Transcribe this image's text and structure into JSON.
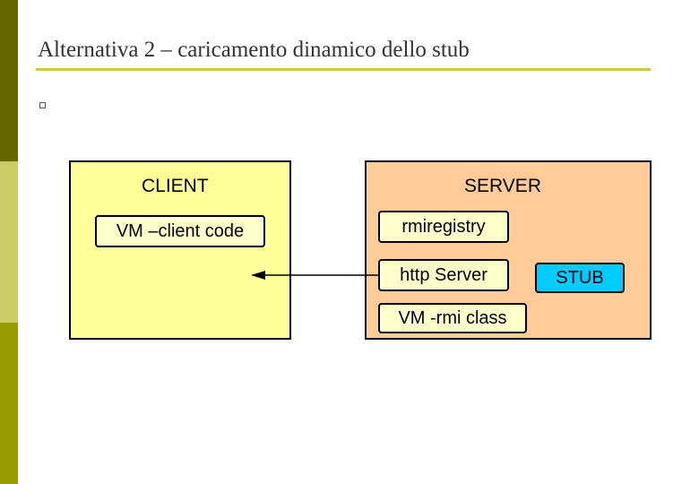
{
  "slide": {
    "title": "Alternativa 2 – caricamento dinamico dello stub",
    "sidebar_colors": [
      "#666600",
      "#cccc66",
      "#999900"
    ],
    "accent_color": "#cccc33"
  },
  "diagram": {
    "client": {
      "label": "CLIENT",
      "fill_color": "#ffff99",
      "boxes": {
        "client_code": "VM –client code"
      }
    },
    "server": {
      "label": "SERVER",
      "fill_color": "#ffcc99",
      "boxes": {
        "rmiregistry": "rmiregistry",
        "http_server": "http Server",
        "rmi_class": "VM -rmi class"
      }
    },
    "stub": {
      "label": "STUB",
      "fill_color": "#00ccff"
    },
    "box_fill_color": "#ffffcc",
    "arrow": {
      "from": "http_server",
      "to": "client"
    }
  }
}
